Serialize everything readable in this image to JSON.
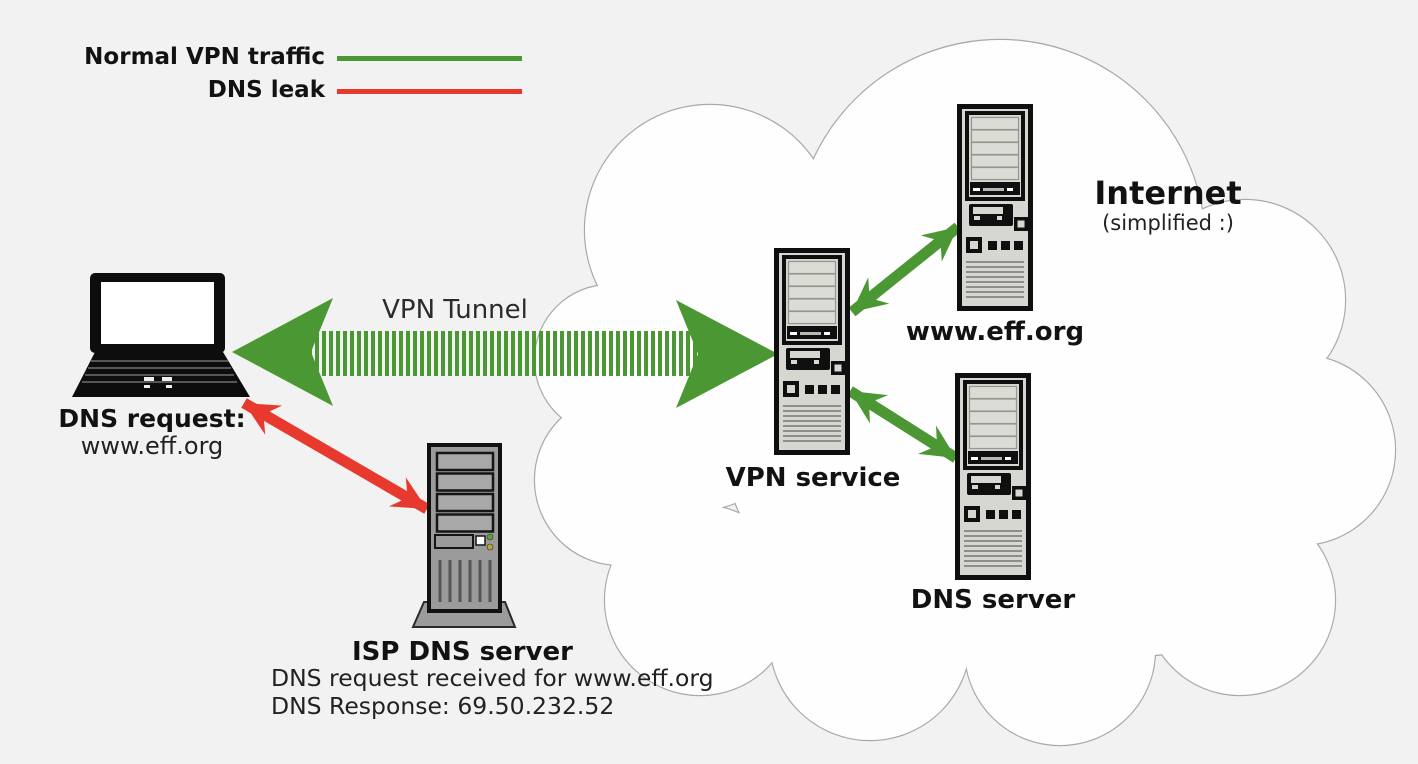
{
  "diagram": {
    "legend": {
      "items": [
        {
          "label": "Normal VPN traffic",
          "swatch": "green-line"
        },
        {
          "label": "DNS leak",
          "swatch": "red-line"
        }
      ]
    },
    "tunnel_label": "VPN Tunnel",
    "client": {
      "title": "DNS request:",
      "subtitle": "www.eff.org"
    },
    "internet": {
      "title": "Internet",
      "subtitle": "(simplified :)"
    },
    "nodes": {
      "vpn_service": "VPN service",
      "web_server": "www.eff.org",
      "dns_server": "DNS server",
      "isp_dns_server": "ISP DNS server"
    },
    "isp_details": {
      "line1": "DNS request received for www.eff.org",
      "line2": "DNS Response: 69.50.232.52"
    }
  },
  "colors": {
    "bg": "#f2f2f2",
    "green": "#4a9733",
    "red": "#e8392e",
    "cloud-fill": "#fefefe",
    "cloud-stroke": "#a7aba7"
  }
}
